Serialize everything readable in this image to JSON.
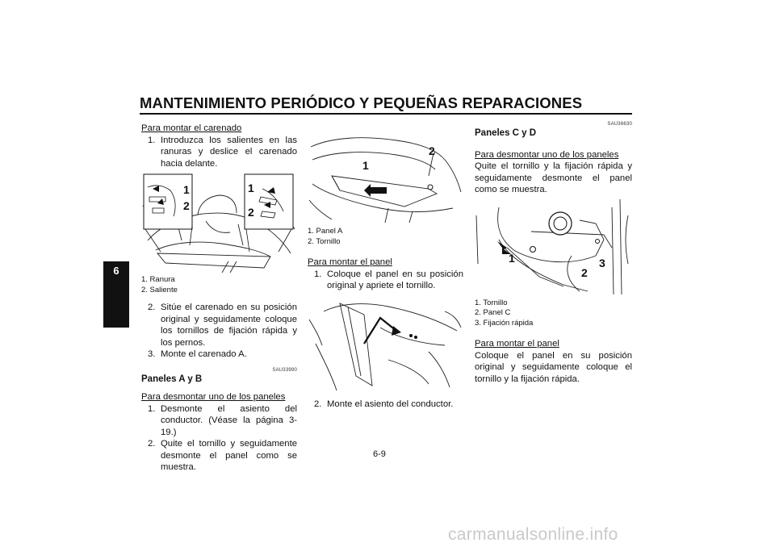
{
  "header": {
    "title": "MANTENIMIENTO PERIÓDICO Y PEQUEÑAS REPARACIONES"
  },
  "chapter_tab": "6",
  "col1": {
    "heading1": "Para montar el carenado",
    "steps1": [
      {
        "n": "1.",
        "text": "Introduzca los salientes en las ranuras y deslice el carenado hacia delante."
      }
    ],
    "fig1": {
      "callout1": "1",
      "callout2": "2",
      "callout3": "1",
      "callout4": "2"
    },
    "legend1": [
      "1. Ranura",
      "2. Saliente"
    ],
    "steps2": [
      {
        "n": "2.",
        "text": "Sitúe el carenado en su posición original y seguidamente coloque los tornillos de fijación rápida y los pernos."
      },
      {
        "n": "3.",
        "text": "Monte el carenado A."
      }
    ],
    "code": "SAU33990",
    "section": "Paneles A y B",
    "heading2": "Para desmontar uno de los paneles",
    "steps3": [
      {
        "n": "1.",
        "text": "Desmonte el asiento del conductor. (Véase la página 3-19.)"
      },
      {
        "n": "2.",
        "text": "Quite el tornillo y seguidamente desmonte el panel como se muestra."
      }
    ]
  },
  "col2": {
    "fig2": {
      "callout1": "1",
      "callout2": "2"
    },
    "legend2": [
      "1. Panel A",
      "2. Tornillo"
    ],
    "heading": "Para montar el panel",
    "steps1": [
      {
        "n": "1.",
        "text": "Coloque el panel en su posición original y apriete el tornillo."
      }
    ],
    "steps2": [
      {
        "n": "2.",
        "text": "Monte el asiento del conductor."
      }
    ]
  },
  "col3": {
    "code": "SAU36630",
    "section": "Paneles C y D",
    "heading1": "Para desmontar uno de los paneles",
    "para1": "Quite el tornillo y la fijación rápida y seguidamente desmonte el panel como se muestra.",
    "fig3": {
      "callout1": "1",
      "callout2": "2",
      "callout3": "3"
    },
    "legend3": [
      "1. Tornillo",
      "2. Panel C",
      "3. Fijación rápida"
    ],
    "heading2": "Para montar el panel",
    "para2": "Coloque el panel en su posición original y seguidamente coloque el tornillo y la fijación rápida."
  },
  "page_number": "6-9",
  "watermark": "carmanualsonline.info"
}
